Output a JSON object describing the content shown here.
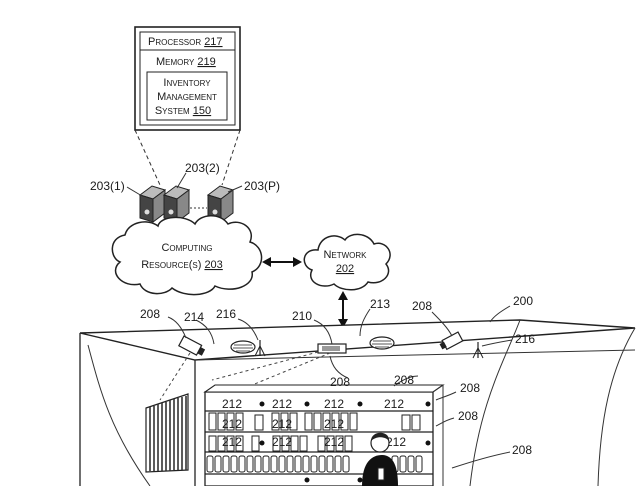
{
  "processor_box": {
    "processor_text": "Processor",
    "processor_ref": "217",
    "memory_text": "Memory",
    "memory_ref": "219",
    "ims_line1": "Inventory",
    "ims_line2": "Management",
    "ims_line3": "System",
    "ims_ref": "150"
  },
  "servers": {
    "label_1": "203(1)",
    "label_2": "203(2)",
    "label_p": "203(P)"
  },
  "computing_cloud": {
    "line1": "Computing",
    "line2": "Resource(s)",
    "ref": "203"
  },
  "network_cloud": {
    "line1": "Network",
    "ref": "202"
  },
  "facility_labels": {
    "camera_left": "208",
    "ref_214": "214",
    "antenna_left": "216",
    "ref_210": "210",
    "ref_213": "213",
    "camera_right": "208",
    "facility": "200",
    "antenna_right": "216",
    "shelf_208_a": "208",
    "shelf_208_b": "208",
    "side_208_1": "208",
    "side_208_2": "208",
    "side_208_3": "208"
  },
  "shelf_labels": [
    "212",
    "212",
    "212",
    "212",
    "212",
    "212",
    "212",
    "212",
    "212",
    "212",
    "212"
  ]
}
